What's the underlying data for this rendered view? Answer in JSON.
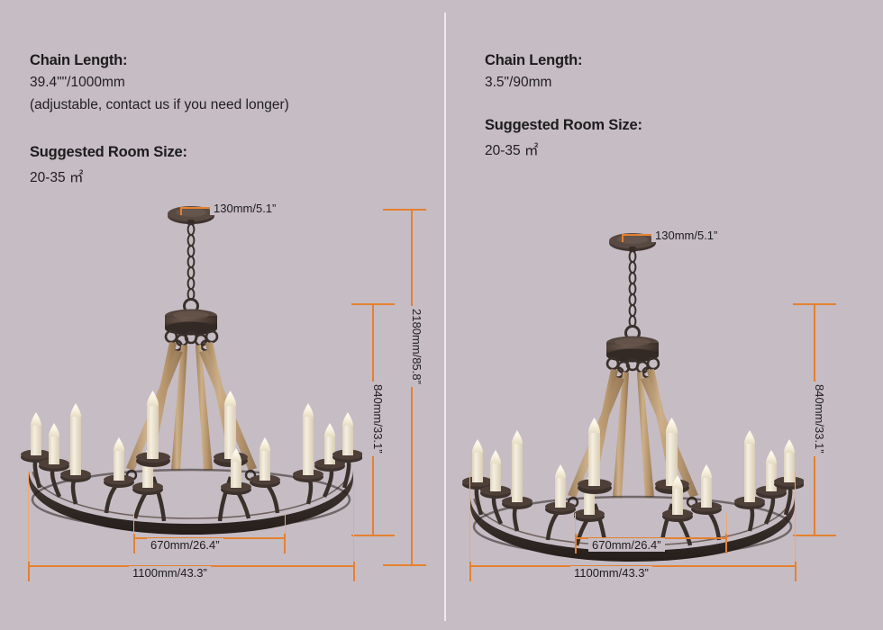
{
  "background_color": "#c6bcc4",
  "accent_color": "#e5812f",
  "divider_color": "#efe9ee",
  "panels": [
    {
      "id": "left",
      "chain": {
        "title": "Chain Length:",
        "value": "39.4\"\"/1000mm",
        "note": "(adjustable, contact us if you need longer)"
      },
      "room": {
        "title": "Suggested Room Size:",
        "value": "20-35 ㎡"
      },
      "dimensions": {
        "canopy": "130mm/5.1”",
        "total_height": "2180mm/85.8”",
        "body_height": "840mm/33.1”",
        "inner_width": "670mm/26.4”",
        "outer_width": "1100mm/43.3”"
      }
    },
    {
      "id": "right",
      "chain": {
        "title": "Chain Length:",
        "value": "3.5\"/90mm",
        "note": ""
      },
      "room": {
        "title": "Suggested Room Size:",
        "value": "20-35 ㎡"
      },
      "dimensions": {
        "canopy": "130mm/5.1”",
        "total_height": "",
        "body_height": "840mm/33.1”",
        "inner_width": "670mm/26.4”",
        "outer_width": "1100mm/43.3”"
      }
    }
  ],
  "product": {
    "type": "wagon-wheel-candle-chandelier",
    "candle_count": 12,
    "metal_color": "#3b3230",
    "rope_color": "#c0a077",
    "candle_color": "#f2ebdd"
  }
}
